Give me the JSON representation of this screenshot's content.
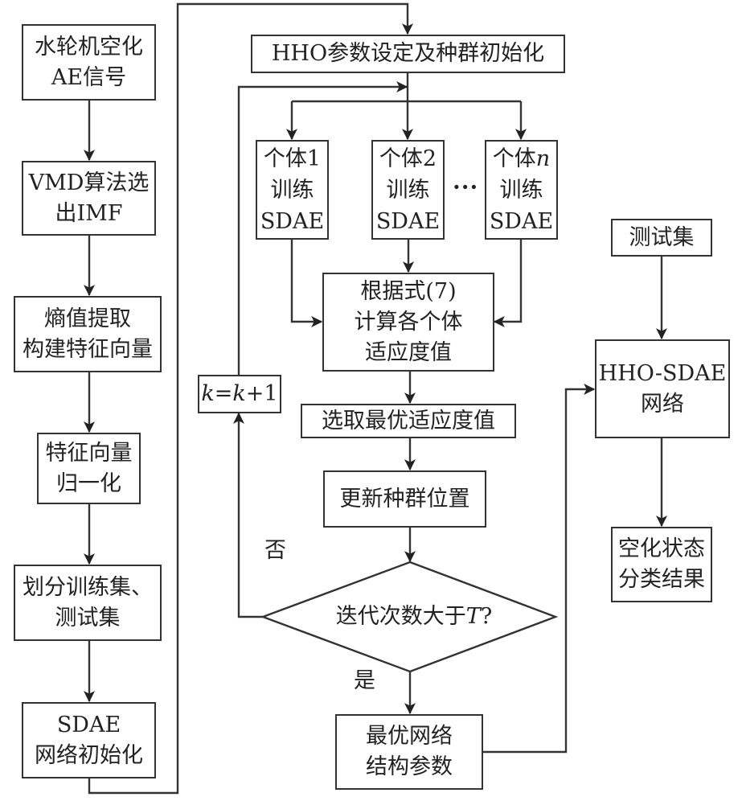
{
  "left_column": {
    "steps": [
      {
        "lines": [
          "水轮机空化",
          "AE信号"
        ]
      },
      {
        "lines": [
          "VMD算法选",
          "出IMF"
        ]
      },
      {
        "lines": [
          "熵值提取",
          "构建特征向量"
        ]
      },
      {
        "lines": [
          "特征向量",
          "归一化"
        ]
      },
      {
        "lines": [
          "划分训练集、",
          "测试集"
        ]
      },
      {
        "lines": [
          "SDAE",
          "网络初始化"
        ]
      }
    ]
  },
  "center_column": {
    "init": "HHO参数设定及种群初始化",
    "individuals": [
      {
        "line1_prefix": "个体",
        "index": "1",
        "index_italic": false,
        "line2": "训练",
        "line3": "SDAE"
      },
      {
        "line1_prefix": "个体",
        "index": "2",
        "index_italic": false,
        "line2": "训练",
        "line3": "SDAE"
      },
      {
        "line1_prefix": "个体",
        "index": "n",
        "index_italic": true,
        "line2": "训练",
        "line3": "SDAE"
      }
    ],
    "ellipsis": "···",
    "fitness": {
      "lines": [
        "根据式(7)",
        "计算各个体",
        "适应度值"
      ]
    },
    "select_best": "选取最优适应度值",
    "update_position": "更新种群位置",
    "decision": {
      "prefix": "迭代次数大于",
      "var": "T",
      "suffix": "?"
    },
    "no_label": "否",
    "yes_label": "是",
    "increment": {
      "var1": "k",
      "eq": "=",
      "var2": "k",
      "plus": "+1"
    },
    "final": {
      "lines": [
        "最优网络",
        "结构参数"
      ]
    }
  },
  "right_column": {
    "test_set": "测试集",
    "network": {
      "lines": [
        "HHO-SDAE",
        "网络"
      ]
    },
    "result": {
      "lines": [
        "空化状态",
        "分类结果"
      ]
    }
  }
}
